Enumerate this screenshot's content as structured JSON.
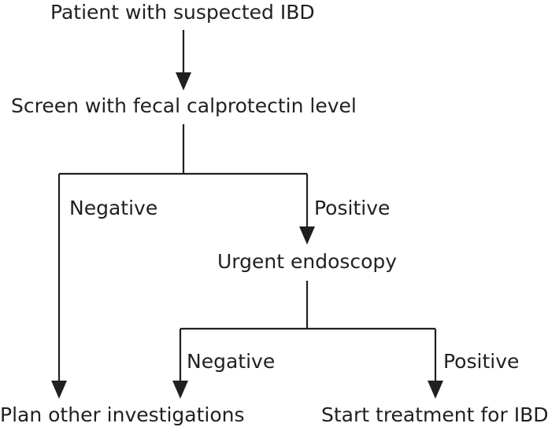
{
  "nodes": {
    "start": "Patient with suspected IBD",
    "screen": "Screen with fecal calprotectin level",
    "endoscopy": "Urgent endoscopy",
    "plan_other": "Plan other investigations",
    "start_treatment": "Start treatment for IBD"
  },
  "edges": {
    "screen_negative": "Negative",
    "screen_positive": "Positive",
    "endoscopy_negative": "Negative",
    "endoscopy_positive": "Positive"
  }
}
